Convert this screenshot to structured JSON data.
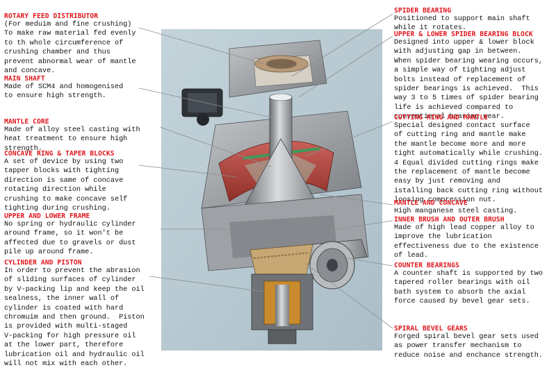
{
  "colors": {
    "title": "#e0161c",
    "body_text": "#111111",
    "panel_background": "#b8c9d1",
    "housing_gray": "#8f9296",
    "mantle_red": "#b5463f",
    "leader_line": "#e0161c"
  },
  "diagram": {
    "subject": "cone crusher cutaway"
  },
  "left_labels": [
    {
      "title": "ROTARY FEED DISTRIBUTOR",
      "lines": [
        "(For meduim and fine crushing)",
        "To make raw material fed evenly",
        "to th whole circumference of",
        "crushing chamber and thus",
        "prevent abnormal wear of mantle",
        "and concave."
      ]
    },
    {
      "title": "MAIN SHAFT",
      "lines": [
        "Made of SCM4 and homogenised",
        "to ensure high strength."
      ]
    },
    {
      "title": "MANTLE CORE",
      "lines": [
        "Made of alloy steel casting with",
        "heat treatment to ensure high",
        "strength."
      ]
    },
    {
      "title": "CONCAVE RING & TAPER BLOCKS",
      "lines": [
        "A set of device by using two",
        "tapper blocks with tighting",
        "direction is same of concave",
        "rotating direction while",
        "crushing to make concave self",
        "tighting during crushing."
      ]
    },
    {
      "title": "UPPER AND LOWER FRAME",
      "lines": [
        "No spring or hydraulic cylinder",
        "around frame, so it won't be",
        "affected due to gravels or dust",
        "pile up around frame."
      ]
    },
    {
      "title": "CYLINDER AND PISTON",
      "lines": [
        "In order to prevent the abrasion",
        "of sliding surfaces of cylinder",
        "by V-packing lip and keep the oil",
        "sealness, the inner wall of",
        "cylinder is coated with hard",
        "chromuim and then ground.  Piston",
        "is provided with multi-staged",
        "V-packing for high pressure oil",
        "at the lower part, therefore",
        "lubrication oil and hydraulic oil",
        "will not mix with each other."
      ]
    }
  ],
  "right_labels": [
    {
      "title": "SPIDER BEARING",
      "lines": [
        "Positioned to support main shaft",
        "while it rotates."
      ]
    },
    {
      "title": "UPPER & LOWER SPIDER BEARING BLOCK",
      "lines": [
        "Designed into upper & lower block",
        "with adjusting gap in between.",
        "When spider bearing wearing occurs,",
        "a simple way of tighting adjust",
        "bolts instead of replacement of",
        "spider bearings is achieved.  This",
        "way 3 to 5 times of spider bearing",
        "life is achieved compared to",
        "conventional bearing wear."
      ]
    },
    {
      "title": "CUTTING RING AND MANTLE",
      "lines": [
        "Special designed contact surface",
        "of cutting ring and mantle make",
        "the mantle become more and more",
        "tight automatically while crushing.",
        "4 Equal divided cutting rings make",
        "the replacement of mantle become",
        "easy by just removing and",
        "istalling back cutting ring without",
        "loosing compression nut."
      ]
    },
    {
      "title": "MANTLE AND CONCAVE",
      "lines": [
        "High manganese steel casting."
      ]
    },
    {
      "title": "INNER BRUSH AND OUTER BRUSH",
      "lines": [
        "Made of high lead copper alloy to",
        "improve the lubrication",
        "effectiveness due to the existence",
        "of lead."
      ]
    },
    {
      "title": "COUNTER BEARINGS",
      "lines": [
        "A counter shaft is supported by two",
        "tapered roller bearings with oil",
        "bath system to absorb the axial",
        "force caused by bevel gear sets."
      ]
    },
    {
      "title": "SPIRAL BEVEL GEARS",
      "lines": [
        "Forged spiral bevel gear sets used",
        "as power transfer mechanism to",
        "reduce noise and enchance strength."
      ]
    }
  ]
}
